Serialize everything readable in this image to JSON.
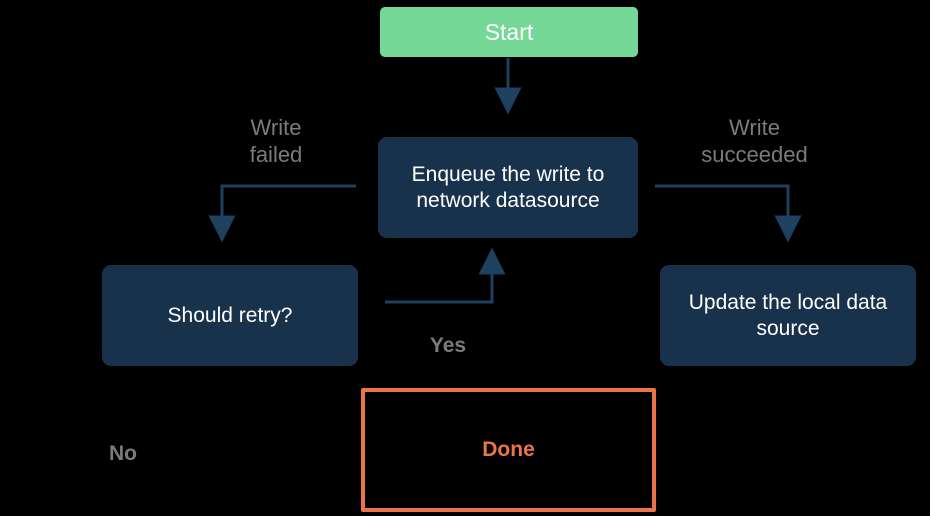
{
  "diagram": {
    "title_text": "",
    "background_color": "#000000",
    "nodes": [
      {
        "id": "start",
        "label": "Start",
        "fill": "#76d896",
        "text_color": "#ffffff",
        "shape": "rounded-rect"
      },
      {
        "id": "enqueue",
        "label": "Enqueue the write to network datasource",
        "fill": "#17324a",
        "text_color": "#ffffff",
        "shape": "rounded-rect"
      },
      {
        "id": "should_retry",
        "label": "Should retry?",
        "fill": "#17324a",
        "text_color": "#ffffff",
        "shape": "rounded-rect"
      },
      {
        "id": "update_local",
        "label": "Update the local data source",
        "fill": "#17324a",
        "text_color": "#ffffff",
        "shape": "rounded-rect"
      },
      {
        "id": "done",
        "label": "Done",
        "fill": "transparent",
        "text_color": "#eb7548",
        "border_color": "#eb7548",
        "shape": "rect"
      }
    ],
    "edge_labels": {
      "write_failed": "Write\nfailed",
      "write_succeeded": "Write\nsucceeded",
      "yes": "Yes",
      "no": "No"
    },
    "edge_color": "#1d415e",
    "label_color": "#7b7b7b"
  }
}
